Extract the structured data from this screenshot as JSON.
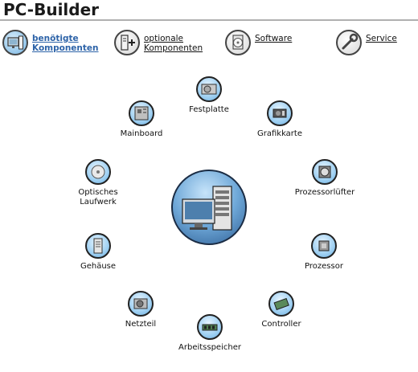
{
  "app": {
    "title": "PC-Builder"
  },
  "nav": {
    "required": {
      "line1": "benötigte",
      "line2": "Komponenten"
    },
    "optional": {
      "line1": "optionale",
      "line2": "Komponenten"
    },
    "software": {
      "label": "Software"
    },
    "service": {
      "label": "Service"
    }
  },
  "components": {
    "festplatte": "Festplatte",
    "mainboard": "Mainboard",
    "grafikkarte": "Grafikkarte",
    "optisches_line1": "Optisches",
    "optisches_line2": "Laufwerk",
    "prozessorluefter": "Prozessorlüfter",
    "gehaeuse": "Gehäuse",
    "prozessor": "Prozessor",
    "netzteil": "Netzteil",
    "controller": "Controller",
    "arbeitsspeicher": "Arbeitsspeicher"
  },
  "colors": {
    "accent_link": "#2d63a8",
    "icon_circle": "#9fd0f2",
    "hub": "#2e5f95"
  },
  "icons": {
    "required": "computer-monitor-icon",
    "optional": "computer-plus-icon",
    "software": "software-cd-icon",
    "service": "wrench-icon"
  }
}
